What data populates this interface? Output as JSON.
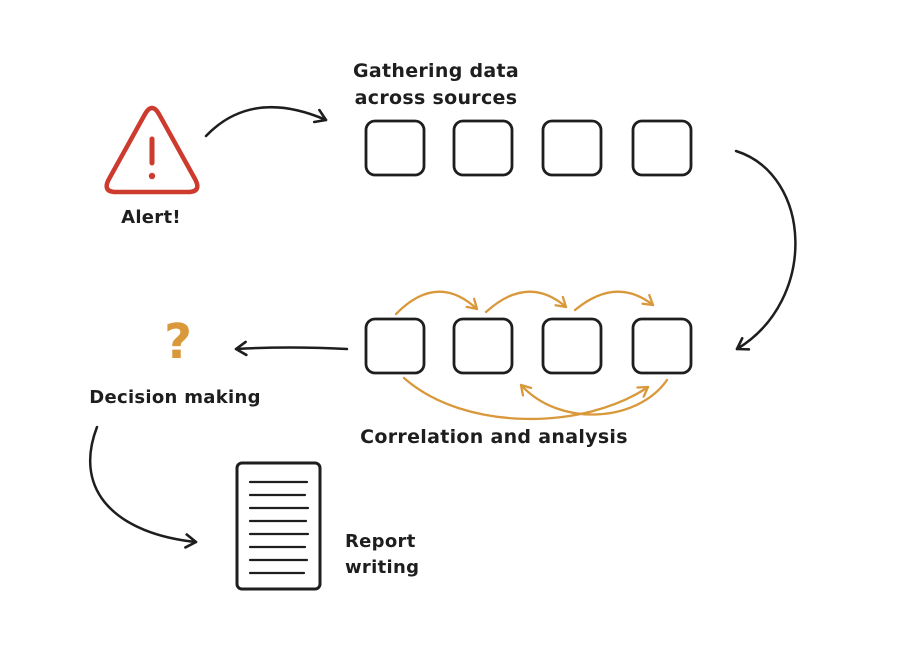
{
  "colors": {
    "ink": "#1e1e1e",
    "alert_red": "#cd3a2e",
    "accent_orange": "#d9983a",
    "background": "#ffffff"
  },
  "diagram": {
    "alert": {
      "label": "Alert!",
      "icon": "alert-triangle-icon"
    },
    "gathering": {
      "lines": [
        "Gathering data",
        "across sources"
      ],
      "node_count": 4
    },
    "correlation": {
      "label": "Correlation and analysis",
      "node_count": 4
    },
    "decision": {
      "symbol": "?",
      "label": "Decision making"
    },
    "report": {
      "lines": [
        "Report",
        "writing"
      ],
      "icon": "report-document-icon"
    }
  }
}
